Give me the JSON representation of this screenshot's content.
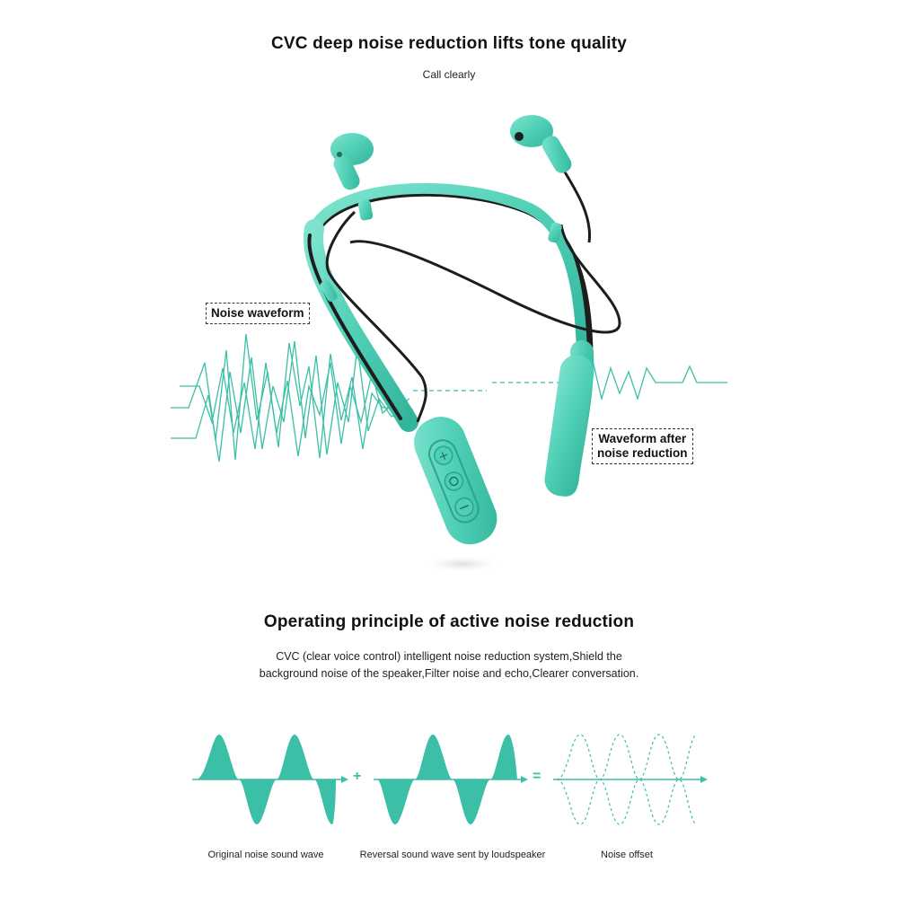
{
  "section1": {
    "title": "CVC deep noise reduction lifts tone quality",
    "subtitle": "Call clearly"
  },
  "callouts": {
    "noise_waveform": "Noise waveform",
    "after_line1": "Waveform after",
    "after_line2": "noise reduction"
  },
  "section2": {
    "title": "Operating principle of active noise reduction",
    "description_line1": "CVC (clear voice control) intelligent noise reduction system,Shield the",
    "description_line2": "background noise of the speaker,Filter noise and echo,Clearer conversation."
  },
  "diagram": {
    "operator_plus": "+",
    "operator_equals": "=",
    "captions": [
      "Original noise sound wave",
      "Reversal sound wave sent by loudspeaker",
      "Noise offset"
    ]
  },
  "colors": {
    "teal": "#3bbfa6",
    "teal_dark": "#2aa58c",
    "headphone_mint": "#56d3b9",
    "cable": "#1d1d1d"
  }
}
